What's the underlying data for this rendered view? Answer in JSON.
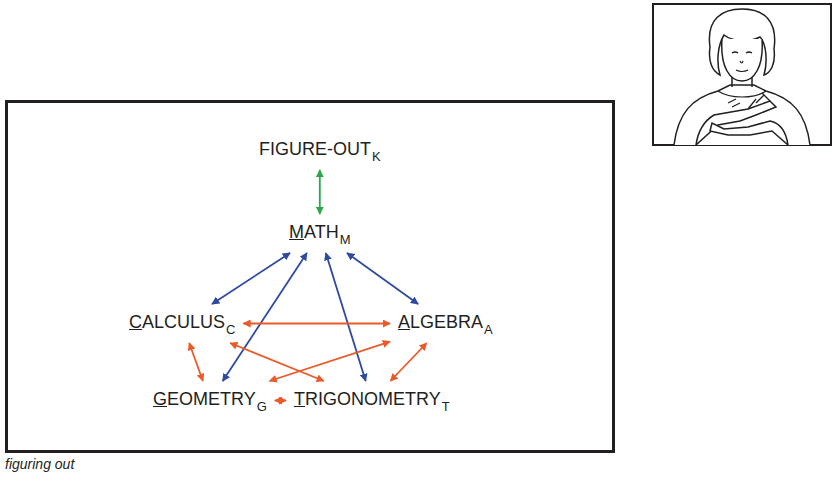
{
  "diagram": {
    "caption": "figuring out",
    "nodes": [
      {
        "text": [
          "FIGURE-OUT",
          "K"
        ]
      },
      {
        "text": [
          "MATH",
          "M"
        ]
      },
      {
        "text": [
          "CALCULUS",
          "C"
        ]
      },
      {
        "text": [
          "ALGEBRA",
          "A"
        ]
      },
      {
        "text": [
          "GEOMETRY",
          "G"
        ]
      },
      {
        "text": [
          "TRIGONOMETRY",
          "T"
        ]
      }
    ],
    "edges": [
      {
        "from": 0,
        "to": 1,
        "arrow": "both"
      },
      {
        "from": 1,
        "to": 2,
        "arrow": "both"
      },
      {
        "from": 1,
        "to": 3,
        "arrow": "both"
      },
      {
        "from": 1,
        "to": 4,
        "arrow": "both"
      },
      {
        "from": 1,
        "to": 5,
        "arrow": "both"
      },
      {
        "from": 2,
        "to": 3,
        "arrow": "both"
      },
      {
        "from": 2,
        "to": 4,
        "arrow": "both"
      },
      {
        "from": 3,
        "to": 5,
        "arrow": "both"
      },
      {
        "from": 4,
        "to": 5,
        "arrow": "both"
      },
      {
        "from": 2,
        "to": 5,
        "arrow": "both"
      },
      {
        "from": 3,
        "to": 4,
        "arrow": "both"
      }
    ]
  }
}
